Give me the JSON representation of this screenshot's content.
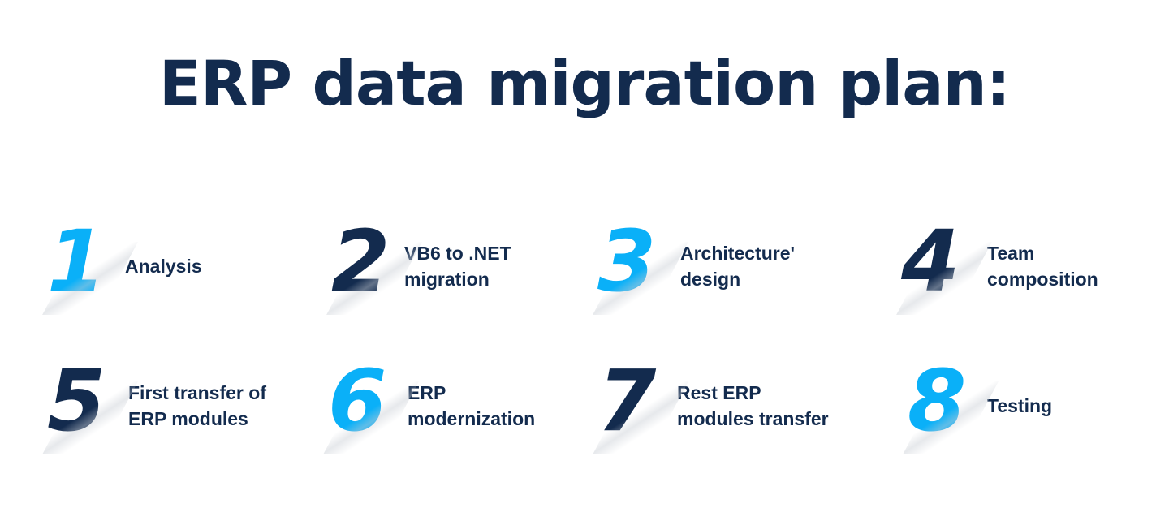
{
  "title": "ERP data migration plan:",
  "colors": {
    "navy": "#132b4e",
    "blue": "#0ab0f8",
    "background": "#ffffff"
  },
  "steps": [
    {
      "number": "1",
      "color": "#0ab0f8",
      "lines": [
        "Analysis"
      ]
    },
    {
      "number": "2",
      "color": "#132b4e",
      "lines": [
        "VB6 to .NET",
        "migration"
      ]
    },
    {
      "number": "3",
      "color": "#0ab0f8",
      "lines": [
        "Architecture'",
        "design"
      ]
    },
    {
      "number": "4",
      "color": "#132b4e",
      "lines": [
        "Team",
        "composition"
      ]
    },
    {
      "number": "5",
      "color": "#132b4e",
      "lines": [
        "First transfer of",
        "ERP modules"
      ]
    },
    {
      "number": "6",
      "color": "#0ab0f8",
      "lines": [
        "ERP",
        "modernization"
      ]
    },
    {
      "number": "7",
      "color": "#132b4e",
      "lines": [
        "Rest ERP",
        "modules transfer"
      ]
    },
    {
      "number": "8",
      "color": "#0ab0f8",
      "lines": [
        "Testing"
      ]
    }
  ]
}
